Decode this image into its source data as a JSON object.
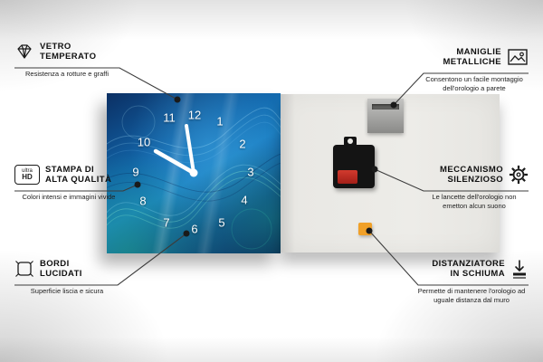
{
  "product": {
    "type": "glass wall clock infographic",
    "language": "it"
  },
  "clock": {
    "numbers": [
      "12",
      "1",
      "2",
      "3",
      "4",
      "5",
      "6",
      "7",
      "8",
      "9",
      "10",
      "11"
    ]
  },
  "icons": {
    "ultra_hd": {
      "top": "ultra",
      "bottom": "HD"
    }
  },
  "colors": {
    "clock_blue": "#1266ab",
    "clock_teal": "#2aa88a",
    "back_panel": "#edece8",
    "foam_spacer_orange": "#f0a028",
    "battery_red": "#c0392b",
    "mechanism_black": "#141414",
    "text_dark": "#1a1a1a"
  },
  "callouts": [
    {
      "t1": "VETRO",
      "t2": "TEMPERATO",
      "desc": "Resistenza a rotture e graffi"
    },
    {
      "t1": "STAMPA DI",
      "t2": "ALTA QUALITÀ",
      "desc": "Colori intensi e immagini vivide"
    },
    {
      "t1": "BORDI",
      "t2": "LUCIDATI",
      "desc": "Superficie liscia e sicura"
    },
    {
      "t1": "MANIGLIE",
      "t2": "METALLICHE",
      "desc": "Consentono un facile montaggio dell'orologio a parete"
    },
    {
      "t1": "MECCANISMO",
      "t2": "SILENZIOSO",
      "desc": "Le lancette dell'orologio non emetton alcun suono"
    },
    {
      "t1": "DISTANZIATORE",
      "t2": "IN SCHIUMA",
      "desc": "Permette di mantenere l'orologio ad uguale distanza dal muro"
    }
  ]
}
